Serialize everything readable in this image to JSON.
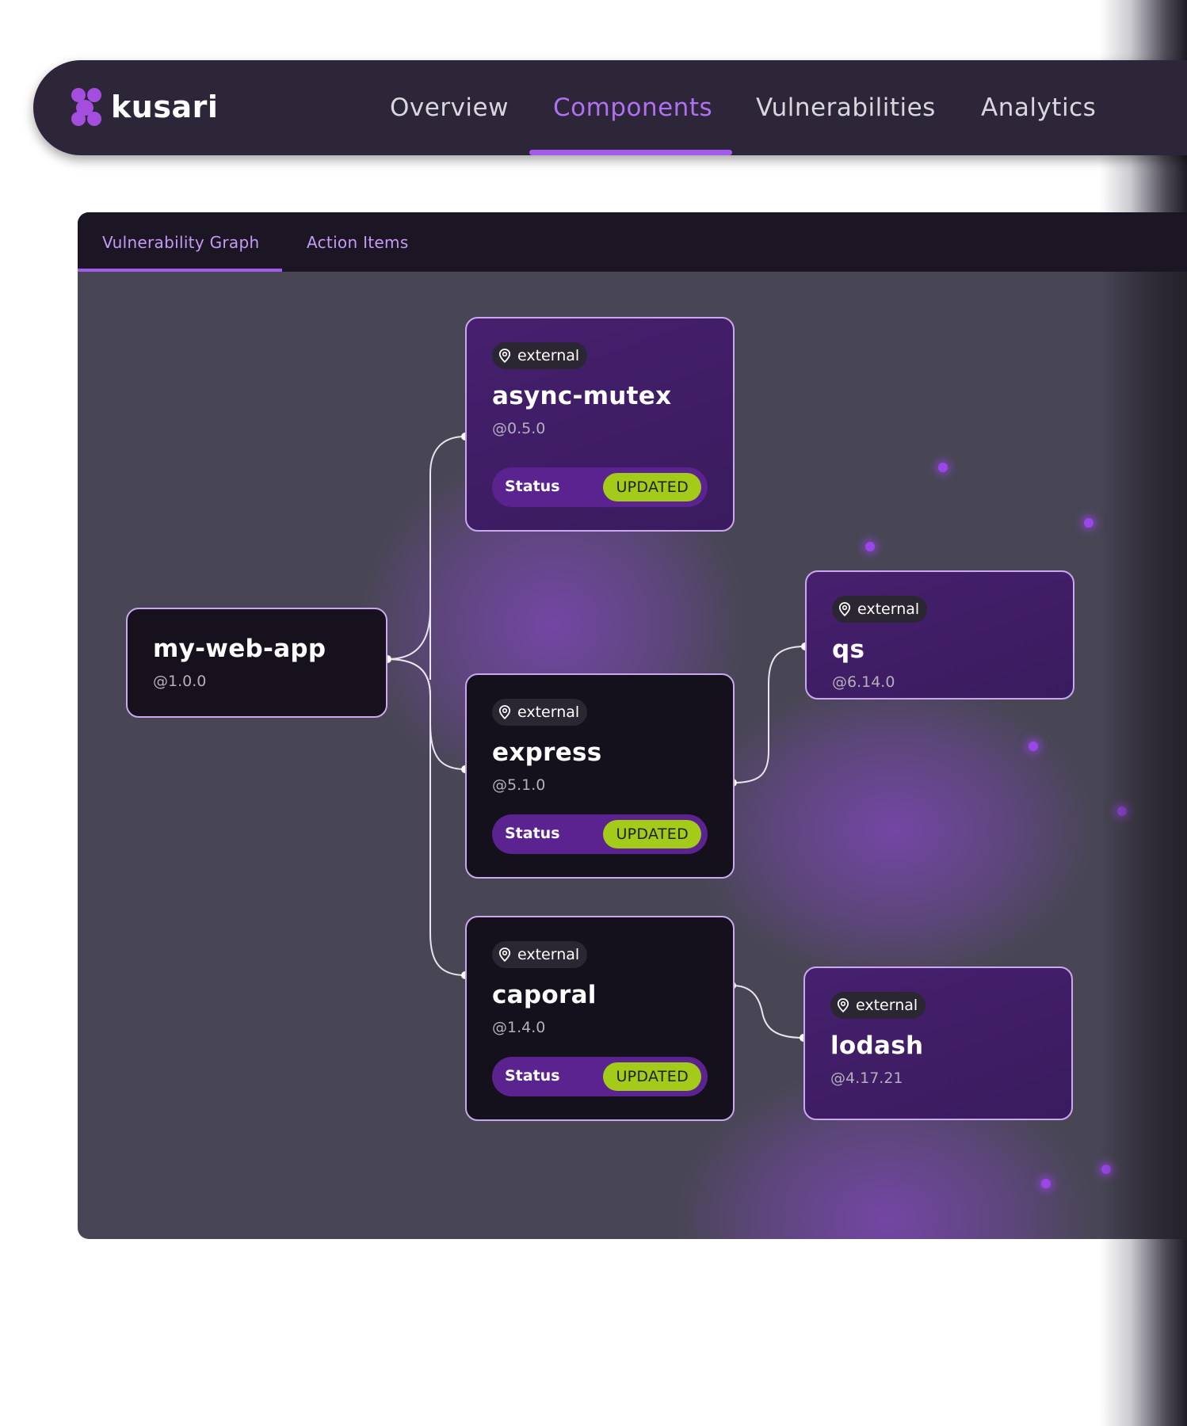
{
  "brand": {
    "name": "kusari",
    "accent": "#a44ee0"
  },
  "nav": {
    "items": [
      {
        "label": "Overview"
      },
      {
        "label": "Components"
      },
      {
        "label": "Vulnerabilities"
      },
      {
        "label": "Analytics"
      }
    ],
    "active": "Components"
  },
  "tabs": {
    "items": [
      {
        "label": "Vulnerability Graph"
      },
      {
        "label": "Action Items"
      }
    ],
    "active": "Vulnerability Graph"
  },
  "graph": {
    "root": {
      "name": "my-web-app",
      "version": "@1.0.0"
    },
    "nodes": [
      {
        "tag": "external",
        "name": "async-mutex",
        "version": "@0.5.0",
        "status_label": "Status",
        "status": "UPDATED"
      },
      {
        "tag": "external",
        "name": "express",
        "version": "@5.1.0",
        "status_label": "Status",
        "status": "UPDATED"
      },
      {
        "tag": "external",
        "name": "caporal",
        "version": "@1.4.0",
        "status_label": "Status",
        "status": "UPDATED"
      },
      {
        "tag": "external",
        "name": "qs",
        "version": "@6.14.0"
      },
      {
        "tag": "external",
        "name": "lodash",
        "version": "@4.17.21"
      }
    ],
    "edges": [
      [
        "my-web-app",
        "async-mutex"
      ],
      [
        "my-web-app",
        "express"
      ],
      [
        "my-web-app",
        "caporal"
      ],
      [
        "express",
        "qs"
      ],
      [
        "caporal",
        "lodash"
      ]
    ],
    "colors": {
      "status_updated": "#a4cb19",
      "node_border": "#c9a8f0",
      "glow": "#9646e6"
    }
  }
}
